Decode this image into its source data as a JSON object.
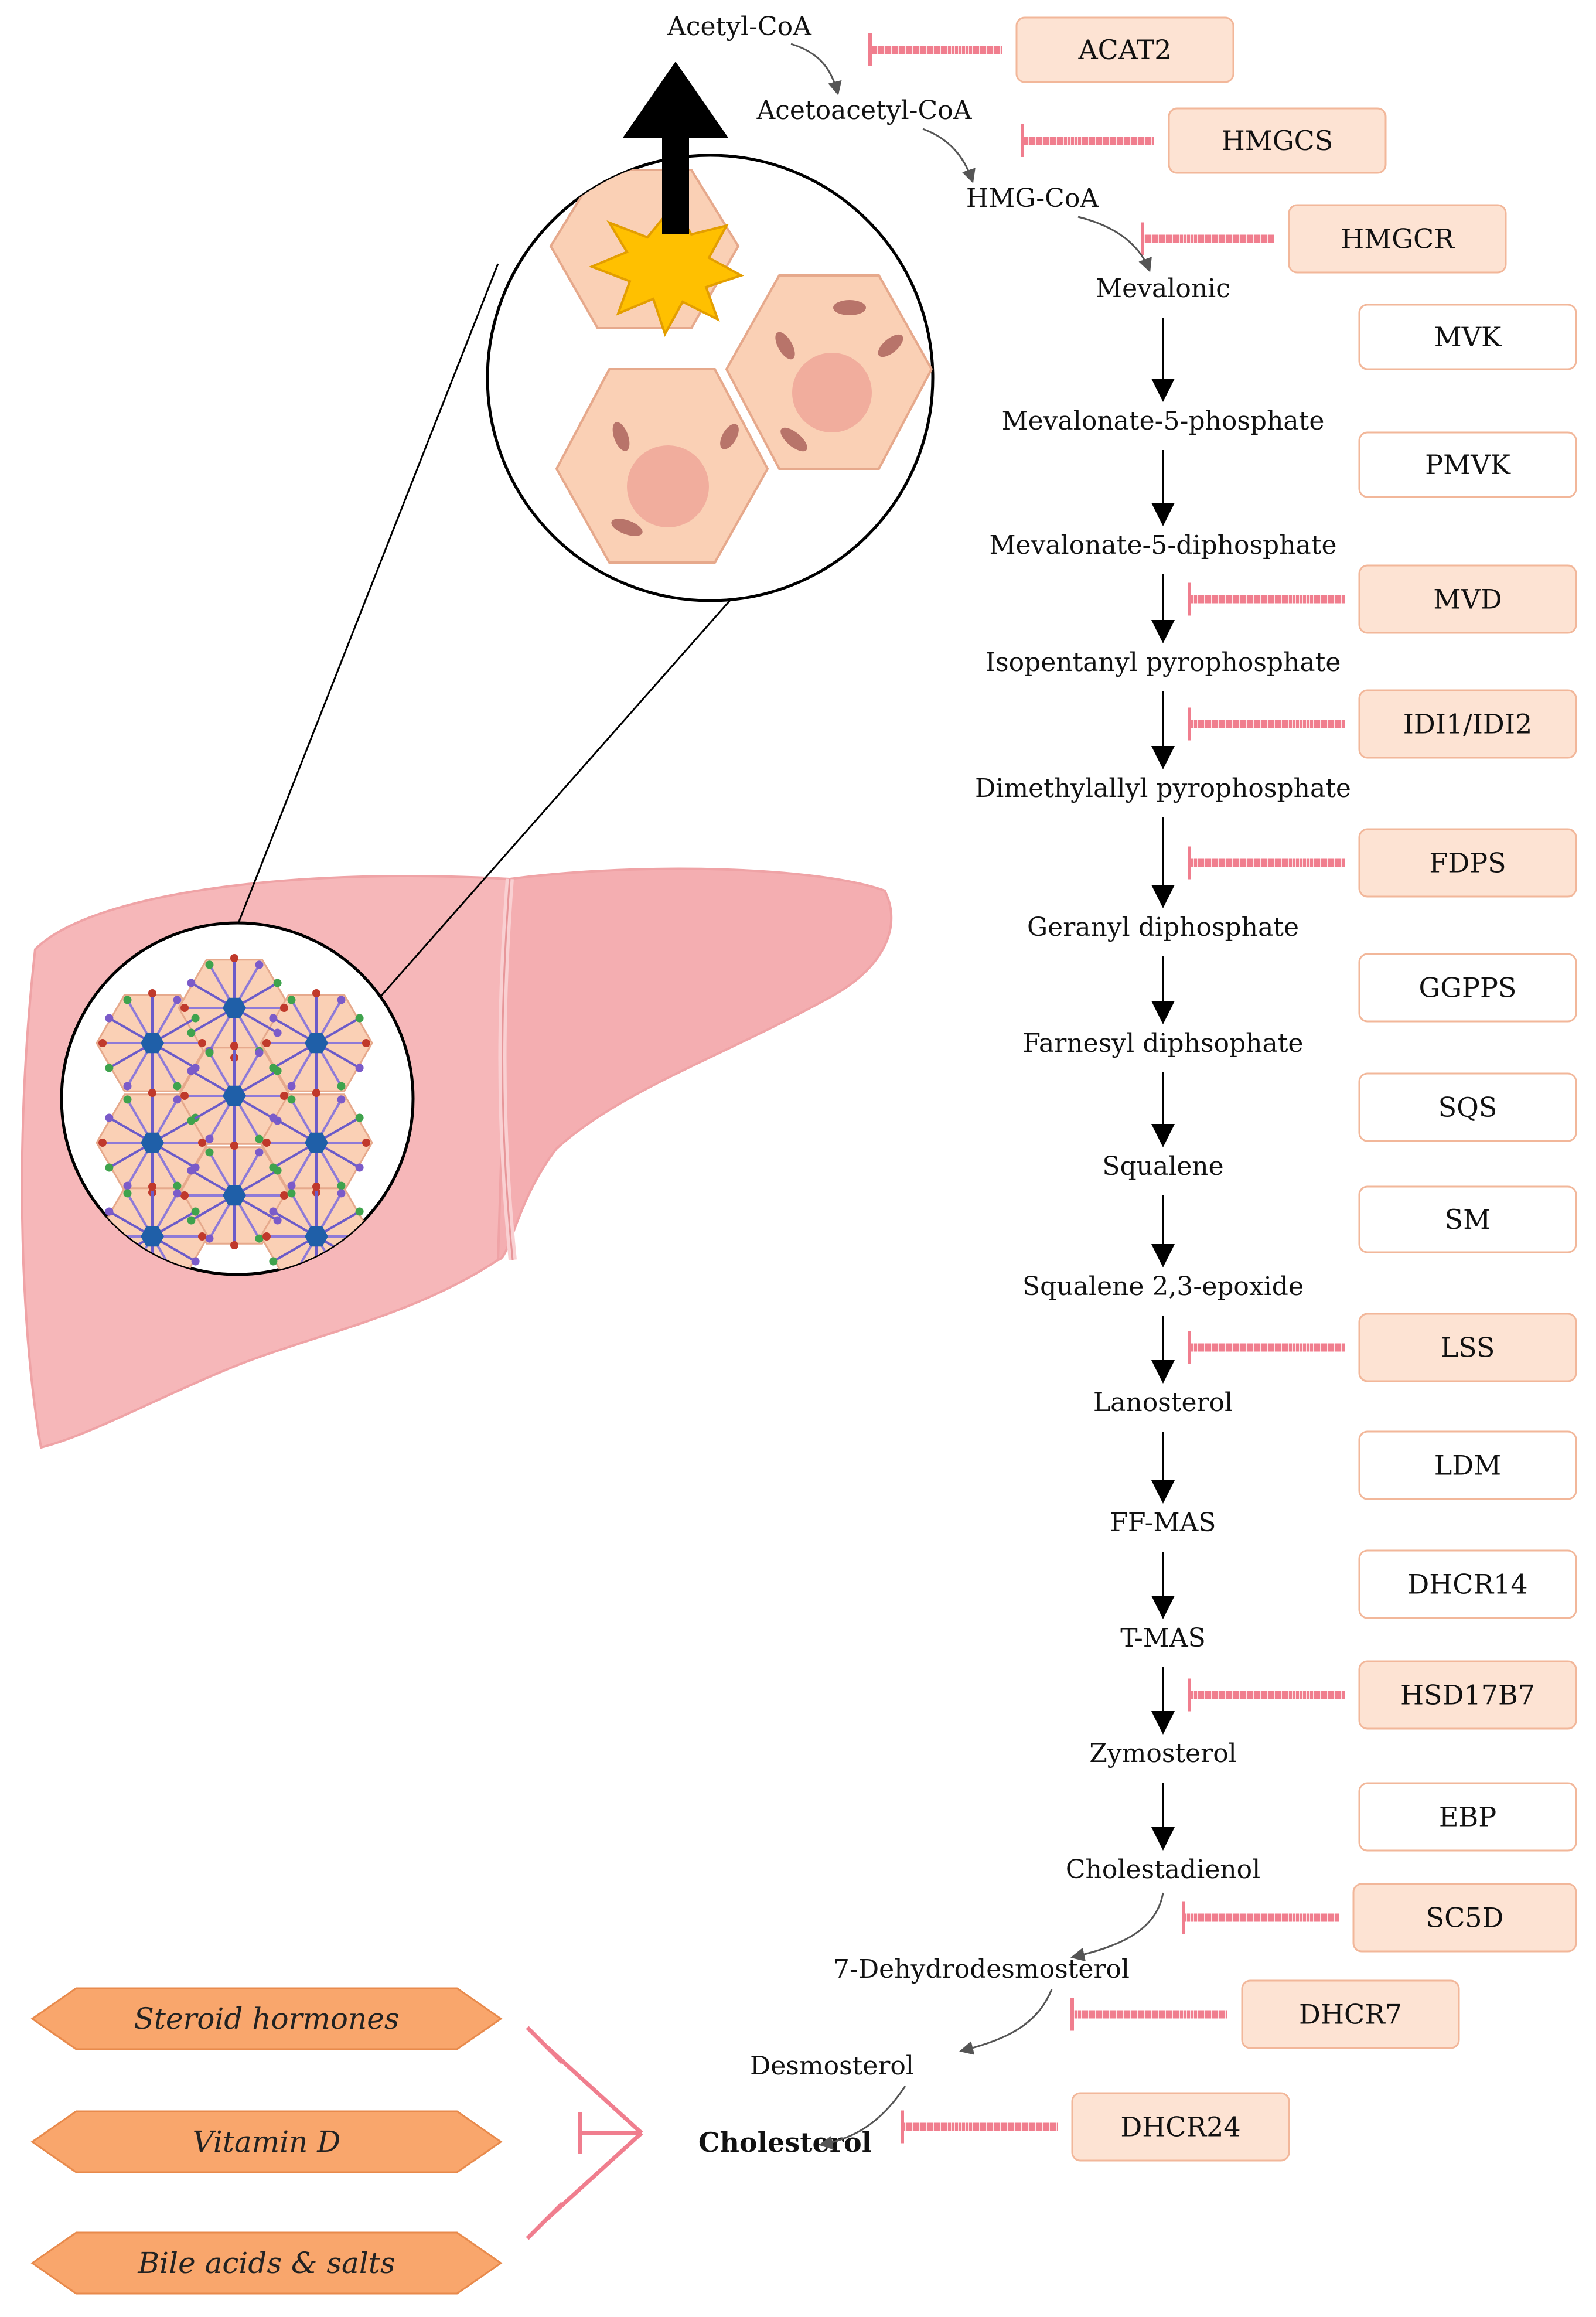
{
  "pathway": {
    "steps": [
      {
        "metabolite": "Acetyl-CoA",
        "enzyme": "ACAT2",
        "inhibited": true
      },
      {
        "metabolite": "Acetoacetyl-CoA",
        "enzyme": "HMGCS",
        "inhibited": true
      },
      {
        "metabolite": "HMG-CoA",
        "enzyme": "HMGCR",
        "inhibited": true
      },
      {
        "metabolite": "Mevalonic",
        "enzyme": "MVK",
        "inhibited": false
      },
      {
        "metabolite": "Mevalonate-5-phosphate",
        "enzyme": "PMVK",
        "inhibited": false
      },
      {
        "metabolite": "Mevalonate-5-diphosphate",
        "enzyme": "MVD",
        "inhibited": true
      },
      {
        "metabolite": "Isopentanyl pyrophosphate",
        "enzyme": "IDI1/IDI2",
        "inhibited": true
      },
      {
        "metabolite": "Dimethylallyl pyrophosphate",
        "enzyme": "FDPS",
        "inhibited": true
      },
      {
        "metabolite": "Geranyl diphosphate",
        "enzyme": "GGPPS",
        "inhibited": false
      },
      {
        "metabolite": "Farnesyl diphsophate",
        "enzyme": "SQS",
        "inhibited": false
      },
      {
        "metabolite": "Squalene",
        "enzyme": "SM",
        "inhibited": false
      },
      {
        "metabolite": "Squalene 2,3-epoxide",
        "enzyme": "LSS",
        "inhibited": true
      },
      {
        "metabolite": "Lanosterol",
        "enzyme": "LDM",
        "inhibited": false
      },
      {
        "metabolite": "FF-MAS",
        "enzyme": "DHCR14",
        "inhibited": false
      },
      {
        "metabolite": "T-MAS",
        "enzyme": "HSD17B7",
        "inhibited": true
      },
      {
        "metabolite": "Zymosterol",
        "enzyme": "EBP",
        "inhibited": false
      },
      {
        "metabolite": "Cholestadienol",
        "enzyme": "SC5D",
        "inhibited": true
      },
      {
        "metabolite": "7-Dehydrodesmosterol",
        "enzyme": "DHCR7",
        "inhibited": true
      },
      {
        "metabolite": "Desmosterol",
        "enzyme": "DHCR24",
        "inhibited": true
      }
    ],
    "end_product": "Cholesterol"
  },
  "products": [
    "Steroid hormones",
    "Vitamin D",
    "Bile acids & salts"
  ],
  "colors": {
    "inhibited_box_fill": "#FDE3D3",
    "inhibited_box_stroke": "#F2B79A",
    "normal_box_fill": "#FFFFFF",
    "normal_box_stroke": "#F2B79A",
    "inhibition_line": "#F07E8E",
    "product_fill": "#F9A66C",
    "product_stroke": "#E88A4C",
    "liver": "#F6B7B9",
    "hepatocyte": "#FAD0B5",
    "star": "#FFC000",
    "arrow": "#000000"
  }
}
